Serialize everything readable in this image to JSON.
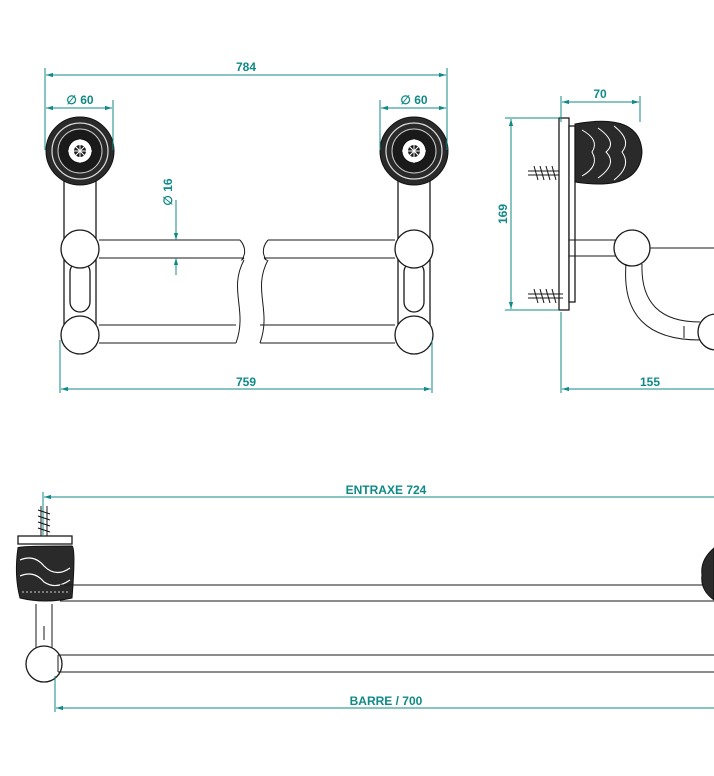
{
  "front_view": {
    "overall_width": "784",
    "left_diameter": "∅ 60",
    "right_diameter": "∅ 60",
    "bar_diameter": "∅ 16",
    "bar_span": "759"
  },
  "side_view": {
    "rosette_depth": "70",
    "height": "169",
    "projection": "155"
  },
  "top_view": {
    "center_distance": "ENTRAXE  724",
    "bar_length": "BARRE / 700"
  },
  "colors": {
    "dimension": "#0f8a86",
    "outline": "#1a1a1a"
  }
}
